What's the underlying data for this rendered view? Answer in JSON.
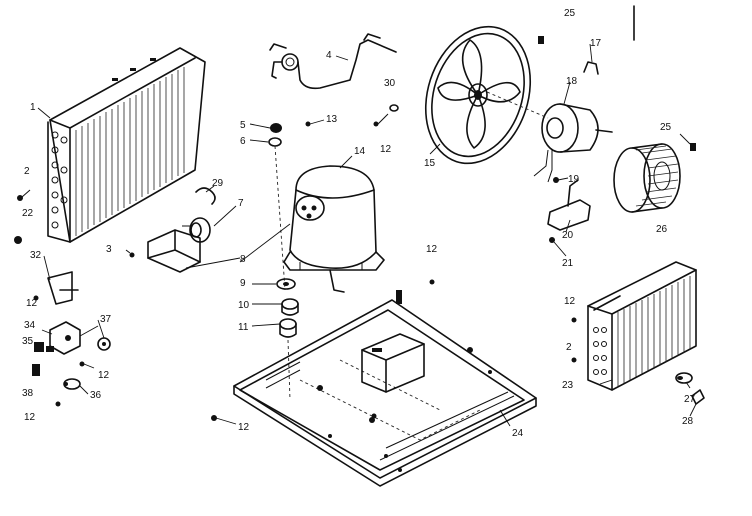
{
  "diagram": {
    "callouts": [
      {
        "id": "1",
        "label": "1"
      },
      {
        "id": "2a",
        "label": "2"
      },
      {
        "id": "22",
        "label": "22"
      },
      {
        "id": "3",
        "label": "3"
      },
      {
        "id": "4",
        "label": "4"
      },
      {
        "id": "5",
        "label": "5"
      },
      {
        "id": "6",
        "label": "6"
      },
      {
        "id": "7",
        "label": "7"
      },
      {
        "id": "29",
        "label": "29"
      },
      {
        "id": "8",
        "label": "8"
      },
      {
        "id": "9",
        "label": "9"
      },
      {
        "id": "10",
        "label": "10"
      },
      {
        "id": "11",
        "label": "11"
      },
      {
        "id": "13",
        "label": "13"
      },
      {
        "id": "14",
        "label": "14"
      },
      {
        "id": "30",
        "label": "30"
      },
      {
        "id": "12a",
        "label": "12"
      },
      {
        "id": "15",
        "label": "15"
      },
      {
        "id": "25a",
        "label": "25"
      },
      {
        "id": "17",
        "label": "17"
      },
      {
        "id": "18",
        "label": "18"
      },
      {
        "id": "19",
        "label": "19"
      },
      {
        "id": "25b",
        "label": "25"
      },
      {
        "id": "20",
        "label": "20"
      },
      {
        "id": "21",
        "label": "21"
      },
      {
        "id": "26",
        "label": "26"
      },
      {
        "id": "12b",
        "label": "12"
      },
      {
        "id": "12c",
        "label": "12"
      },
      {
        "id": "2b",
        "label": "2"
      },
      {
        "id": "23",
        "label": "23"
      },
      {
        "id": "27",
        "label": "27"
      },
      {
        "id": "28",
        "label": "28"
      },
      {
        "id": "24",
        "label": "24"
      },
      {
        "id": "12d",
        "label": "12"
      },
      {
        "id": "32",
        "label": "32"
      },
      {
        "id": "12e",
        "label": "12"
      },
      {
        "id": "34",
        "label": "34"
      },
      {
        "id": "37",
        "label": "37"
      },
      {
        "id": "35",
        "label": "35"
      },
      {
        "id": "12f",
        "label": "12"
      },
      {
        "id": "38",
        "label": "38"
      },
      {
        "id": "36",
        "label": "36"
      },
      {
        "id": "12g",
        "label": "12"
      }
    ]
  }
}
